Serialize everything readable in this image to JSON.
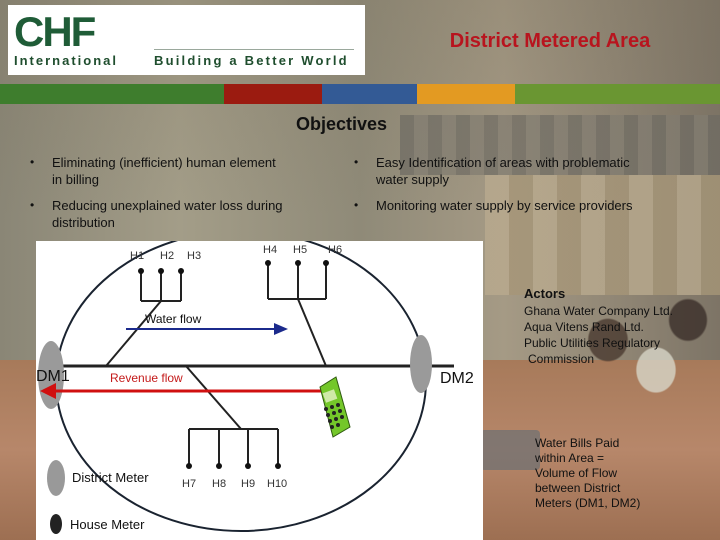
{
  "logo": {
    "brand": "CHF",
    "sub": "International",
    "tagline": "Building a Better World"
  },
  "slide_title": "District Metered Area",
  "colors": {
    "title": "#b8141e",
    "bar_green": "#3e7d2d",
    "bar_red": "#9b1b10",
    "bar_blue": "#335a95",
    "bar_orange": "#e39a22",
    "bar_lightgreen": "#6a9632",
    "water_flow": "#1b2a8c",
    "revenue_flow": "#d01010",
    "phone": "#74c72a"
  },
  "objectives": {
    "heading": "Objectives",
    "left": [
      {
        "bullet": "•",
        "text_line1": "Eliminating (inefficient) human element",
        "text_line2": "in billing"
      },
      {
        "bullet": "•",
        "text_line1": "Reducing unexplained water loss during",
        "text_line2": "distribution"
      }
    ],
    "right": [
      {
        "bullet": "•",
        "text_line1": "Easy Identification  of areas with problematic",
        "text_line2": "water supply"
      },
      {
        "bullet": "•",
        "text_line1": "Monitoring water supply by service providers",
        "text_line2": ""
      }
    ]
  },
  "diagram": {
    "houses_top_left": [
      "H1",
      "H2",
      "H3"
    ],
    "houses_top_right": [
      "H4",
      "H5",
      "H6"
    ],
    "houses_bottom": [
      "H7",
      "H8",
      "H9",
      "H10"
    ],
    "water_flow_label": "Water flow",
    "revenue_flow_label": "Revenue flow",
    "dm1": "DM1",
    "dm2": "DM2",
    "legend_district": "District Meter",
    "legend_house": "House Meter"
  },
  "actors": {
    "heading": "Actors",
    "items": [
      "Ghana Water Company Ltd.",
      "Aqua Vitens Rand Ltd.",
      "Public Utilities Regulatory",
      "Commission"
    ]
  },
  "bills": {
    "lines": [
      "Water Bills Paid",
      "within Area =",
      "Volume of Flow",
      "between District",
      "Meters (DM1, DM2)"
    ]
  }
}
